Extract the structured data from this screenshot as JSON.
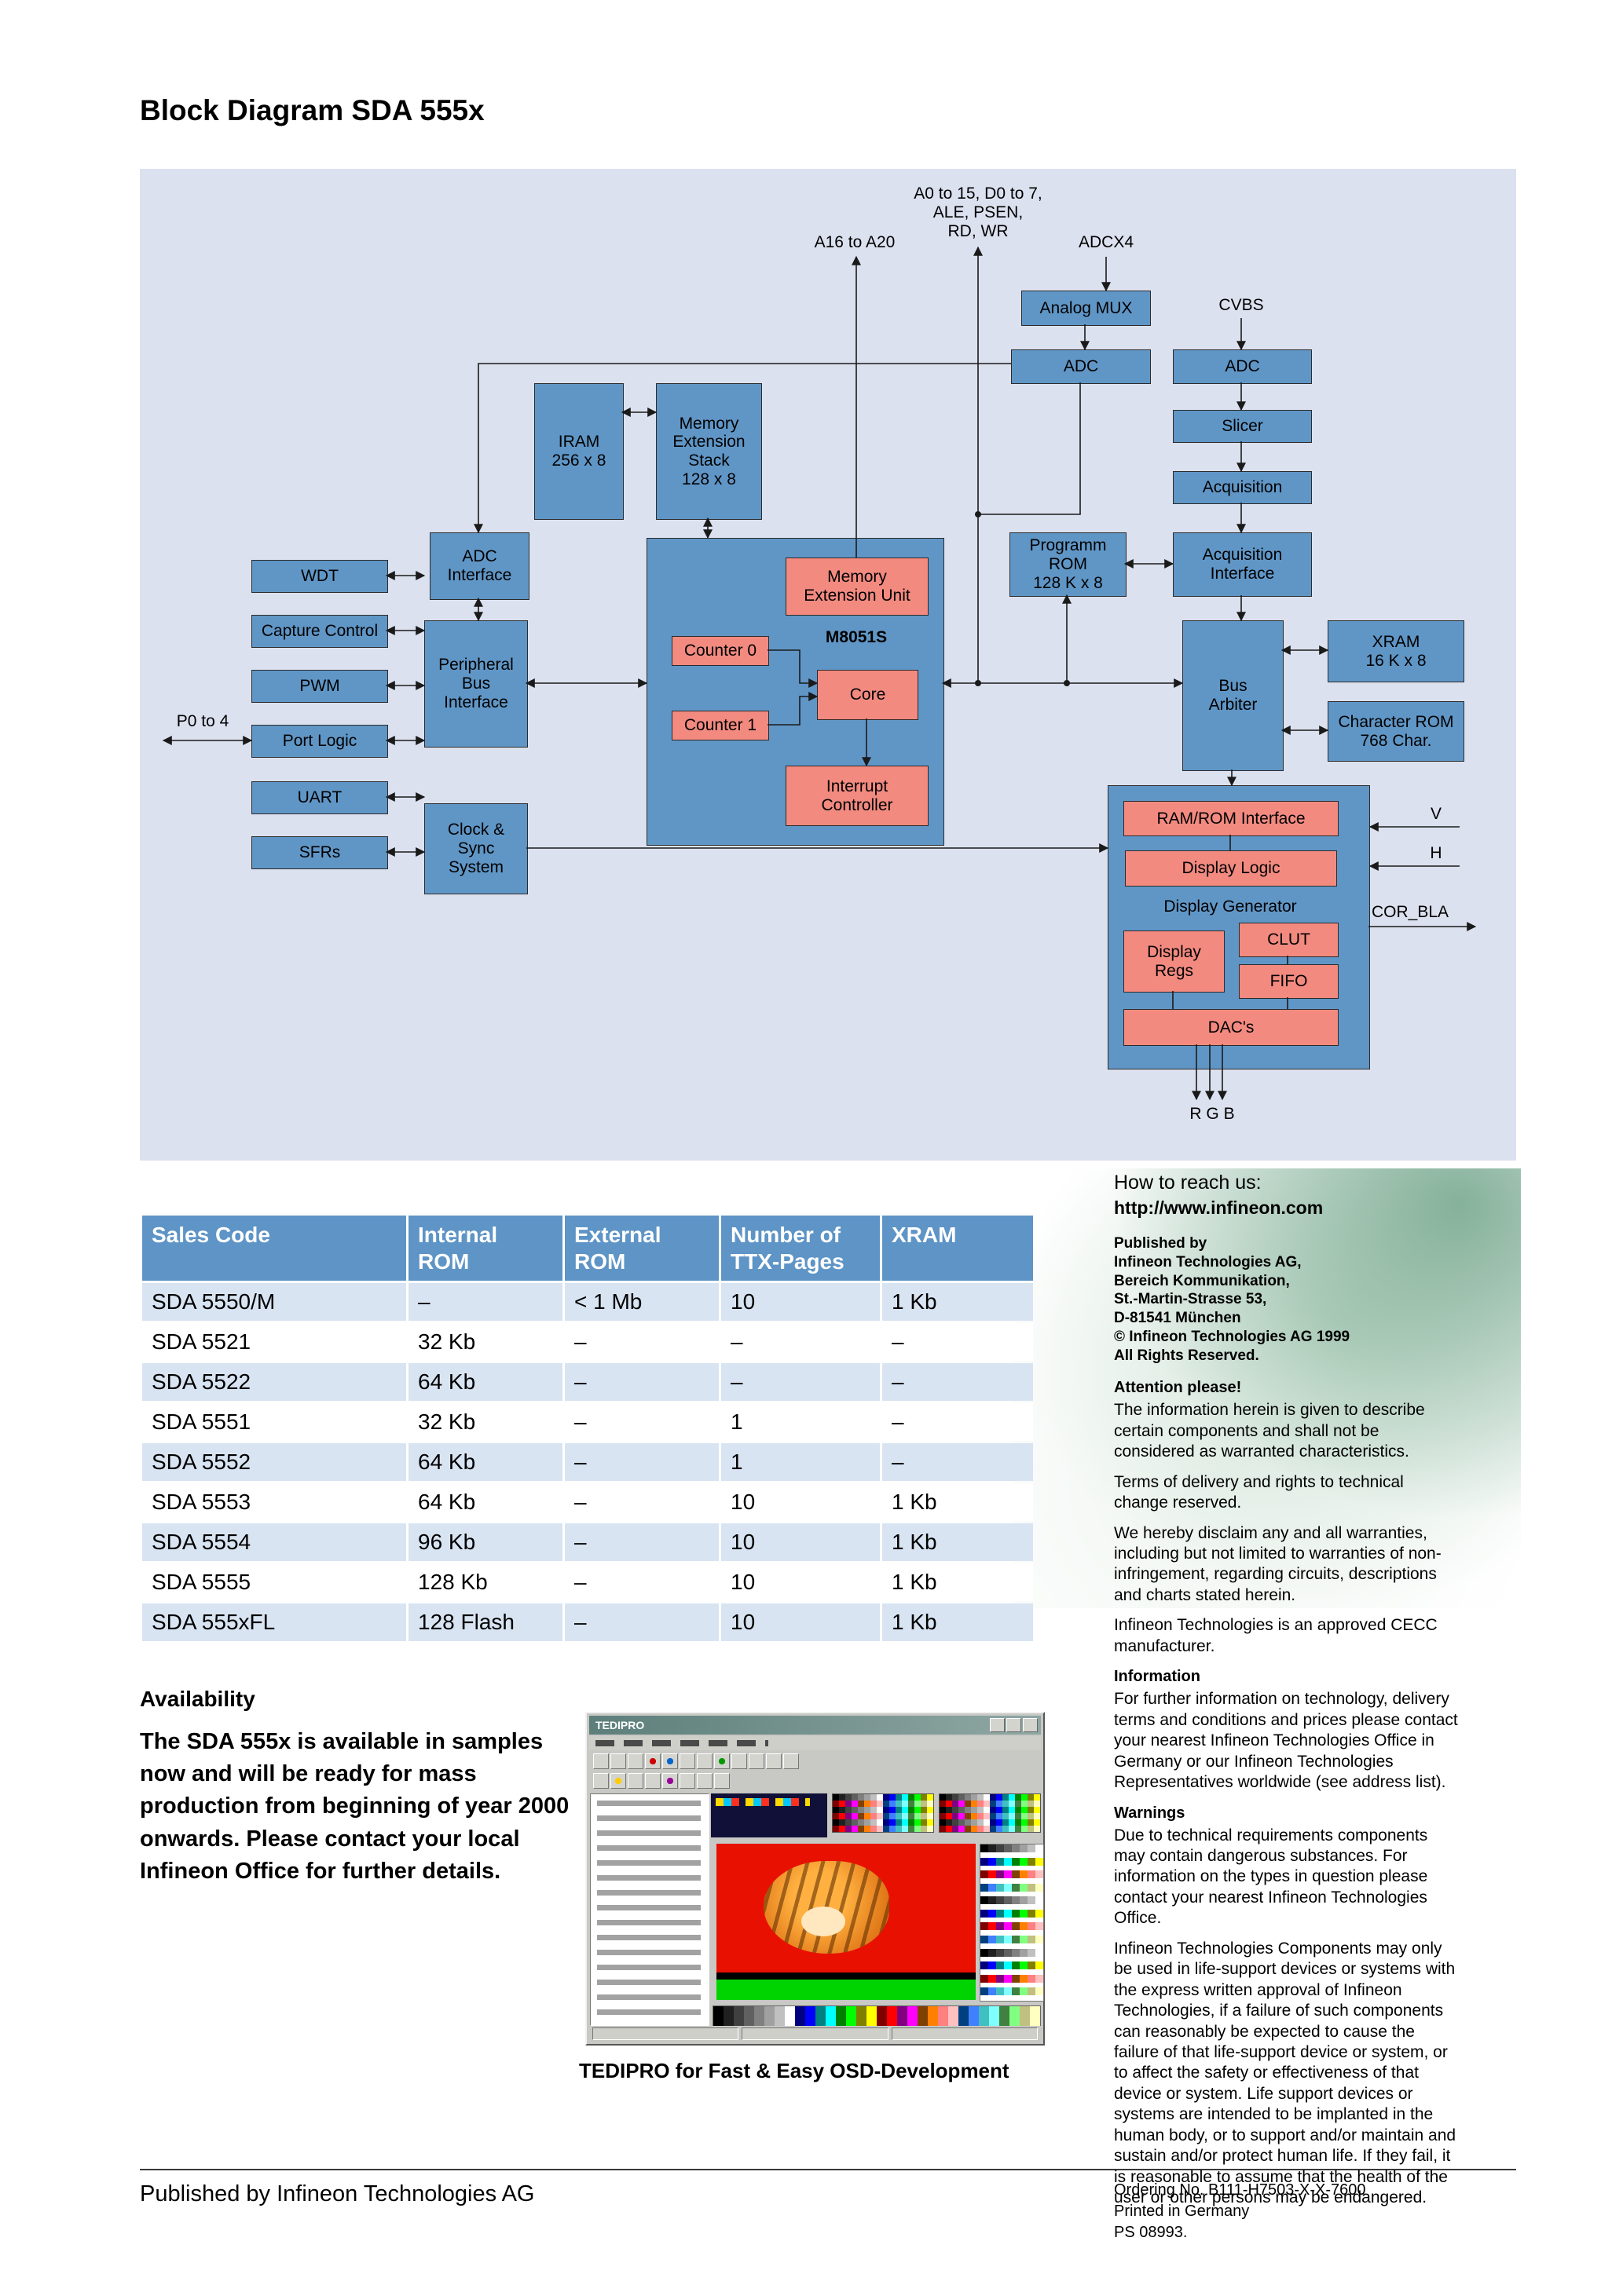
{
  "page": {
    "title": "Block Diagram SDA 555x"
  },
  "diagram": {
    "top_labels": {
      "addr_bus": "A0 to 15, D0 to 7,\nALE, PSEN,\nRD, WR",
      "a16": "A16 to A20",
      "adcx4": "ADCX4",
      "cvbs": "CVBS"
    },
    "side_labels": {
      "p0": "P0 to 4",
      "v": "V",
      "h": "H",
      "cor_bla": "COR_BLA",
      "rgb": "R G B"
    },
    "blocks": {
      "analog_mux": "Analog MUX",
      "adc_digital": "ADC",
      "adc_video": "ADC",
      "slicer": "Slicer",
      "acquisition": "Acquisition",
      "iram": "IRAM\n256 x 8",
      "mem_ext_stack": "Memory\nExtension\nStack\n128 x 8",
      "adc_interface": "ADC\nInterface",
      "programm_rom": "Programm ROM\n128 K x 8",
      "acquisition_interface": "Acquisition\nInterface",
      "wdt": "WDT",
      "capture_control": "Capture Control",
      "pwm": "PWM",
      "port_logic": "Port Logic",
      "uart": "UART",
      "sfrs": "SFRs",
      "peripheral_bus": "Peripheral\nBus\nInterface",
      "clock_sync": "Clock &\nSync\nSystem",
      "m8051s": "M8051S",
      "mem_ext_unit": "Memory\nExtension Unit",
      "counter0": "Counter 0",
      "core": "Core",
      "counter1": "Counter 1",
      "interrupt_controller": "Interrupt\nController",
      "bus_arbiter": "Bus\nArbiter",
      "xram": "XRAM\n16 K x 8",
      "char_rom": "Character ROM\n768 Char.",
      "display_generator": "Display Generator",
      "ram_rom_interface": "RAM/ROM Interface",
      "display_logic": "Display Logic",
      "display_regs": "Display\nRegs",
      "clut": "CLUT",
      "fifo": "FIFO",
      "dacs": "DAC's"
    }
  },
  "table": {
    "headers": [
      "Sales Code",
      "Internal\nROM",
      "External\nROM",
      "Number of\nTTX-Pages",
      "XRAM"
    ],
    "rows": [
      [
        "SDA 5550/M",
        "–",
        "< 1 Mb",
        "10",
        "1 Kb"
      ],
      [
        "SDA 5521",
        "32 Kb",
        "–",
        "–",
        "–"
      ],
      [
        "SDA 5522",
        "64 Kb",
        "–",
        "–",
        "–"
      ],
      [
        "SDA 5551",
        "32 Kb",
        "–",
        "1",
        "–"
      ],
      [
        "SDA 5552",
        "64 Kb",
        "–",
        "1",
        "–"
      ],
      [
        "SDA 5553",
        "64 Kb",
        "–",
        "10",
        "1 Kb"
      ],
      [
        "SDA 5554",
        "96 Kb",
        "–",
        "10",
        "1 Kb"
      ],
      [
        "SDA 5555",
        "128 Kb",
        "–",
        "10",
        "1 Kb"
      ],
      [
        "SDA 555xFL",
        "128 Flash",
        "–",
        "10",
        "1 Kb"
      ]
    ]
  },
  "contact": {
    "heading": "How to reach us:",
    "url": "http://www.infineon.com",
    "publisher_block": "Published by\nInfineon Technologies AG,\nBereich Kommunikation,\nSt.-Martin-Strasse 53,\nD-81541 München\n© Infineon Technologies AG 1999\nAll Rights Reserved.",
    "attention_heading": "Attention please!",
    "attention_p1": "The information herein is given to describe certain components and shall not be considered as warranted characteristics.",
    "attention_p2": "Terms of delivery and rights to technical change reserved.",
    "attention_p3": "We hereby disclaim any and all warranties, including but not limited to warranties of non-infringement, regarding circuits, descriptions and charts stated herein.",
    "cecc": "Infineon Technologies is an approved CECC manufacturer.",
    "info_heading": "Information",
    "info_body": "For further information on technology, delivery terms and conditions and prices please contact your nearest Infineon Technologies Office in Germany or our Infineon Technologies Representatives worldwide (see address list).",
    "warnings_heading": "Warnings",
    "warnings_p1": "Due to technical requirements components may contain dangerous substances. For information on the types in question please contact your nearest Infineon Technologies Office.",
    "warnings_p2": "Infineon Technologies Components may only be used in life-support devices or systems with the express written approval of Infineon Technologies, if a failure of such components can reasonably be expected to cause the failure of that life-support device or system, or to affect the safety or effectiveness of that device or system. Life support devices or systems are intended to be implanted in the human body, or to support and/or maintain and sustain and/or protect human life. If they fail, it is reasonable to assume that the health of the user or other persons may be endangered."
  },
  "availability": {
    "heading": "Availability",
    "body": "The SDA 555x is available in samples now and will be ready for mass production from beginning of year 2000 onwards. Please contact your local Infineon Office for further details."
  },
  "tedipro": {
    "window_title": "TEDIPRO",
    "caption": "TEDIPRO for Fast & Easy OSD-Development",
    "palette": [
      "#000000",
      "#202020",
      "#404040",
      "#606060",
      "#808080",
      "#a0a0a0",
      "#c0c0c0",
      "#ffffff",
      "#000080",
      "#0000ff",
      "#008080",
      "#00ffff",
      "#008000",
      "#00ff00",
      "#808000",
      "#ffff00",
      "#800000",
      "#ff0000",
      "#800080",
      "#ff00ff",
      "#804000",
      "#ff8000",
      "#ff8080",
      "#ffc0c0",
      "#004080",
      "#4080ff",
      "#40c0c0",
      "#80ffff",
      "#408040",
      "#80ff80",
      "#c0c080",
      "#ffffc0"
    ]
  },
  "footer": {
    "publisher": "Published by Infineon Technologies AG",
    "ordering": "Ordering No. B111-H7503-X-X-7600",
    "printed": "Printed in Germany",
    "ps": "PS 08993."
  },
  "colors": {
    "block_teal": "#6096c6",
    "block_pink": "#f28a80",
    "diagram_bg": "#dce1ef",
    "table_header": "#5e94c6",
    "table_row_alt": "#d9e4f2"
  }
}
